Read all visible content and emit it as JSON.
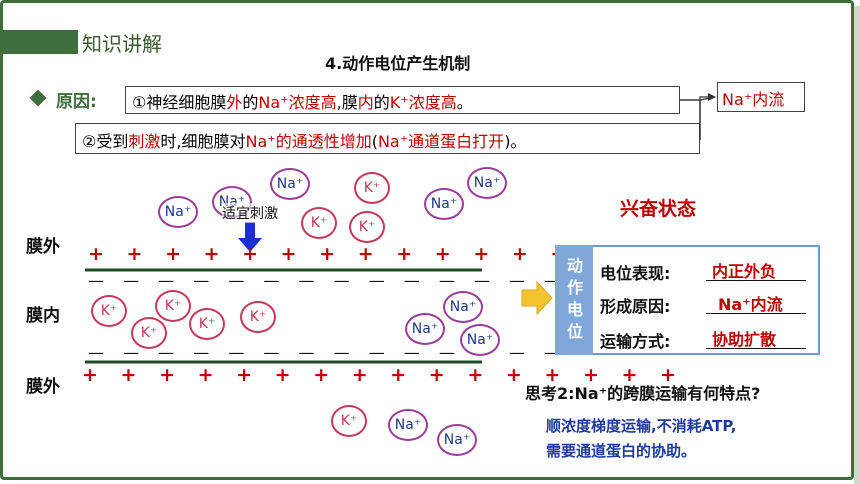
{
  "header": {
    "section_title": "知识讲解",
    "slide_title": "4.动作电位产生机制"
  },
  "reason": {
    "label": "原因:",
    "line1": {
      "p1": "①神经细胞膜",
      "p2": "外",
      "p3": "的",
      "p4": "Na⁺浓度高",
      "p5": ",膜",
      "p6": "内",
      "p7": "的",
      "p8": "K⁺浓度高",
      "p9": "。"
    },
    "line2": {
      "p1": "②受到",
      "p2": "刺激",
      "p3": "时,细胞膜对",
      "p4": "Na⁺的通透性增加",
      "p5": "(",
      "p6": "Na⁺通道蛋白打开",
      "p7": ")。"
    },
    "result": "Na⁺内流"
  },
  "diagram": {
    "stimulus_label": "适宜刺激",
    "outside_label_top": "膜外",
    "inside_label": "膜内",
    "outside_label_bottom": "膜外",
    "plus_top": "+ + + + + + + + + + + + + + + +",
    "minus_top": "— — —   — — — — — — — — — — — — —",
    "minus_bottom": "— — — — — — — — — — — — — — — — —",
    "plus_bottom": "+ + + +  + + + + +  + + + + + + +",
    "ions": {
      "na": "Na⁺",
      "k": "K⁺"
    }
  },
  "state_panel": {
    "state_title": "兴奋状态",
    "side_label": "动作电位",
    "rows": [
      {
        "label": "电位表现:",
        "value": "内正外负"
      },
      {
        "label": "形成原因:",
        "value": "Na⁺内流"
      },
      {
        "label": "运输方式:",
        "value": "协助扩散"
      }
    ]
  },
  "thinking": {
    "question": "思考2:Na⁺的跨膜运输有何特点?",
    "answer_line1": "顺浓度梯度运输,不消耗ATP,",
    "answer_line2": "需要通道蛋白的协助。"
  },
  "colors": {
    "accent_green": "#3f6e3d",
    "emphasis_red": "#c00000",
    "answer_blue": "#1f3a9e",
    "panel_blue": "#7fa7d9"
  }
}
